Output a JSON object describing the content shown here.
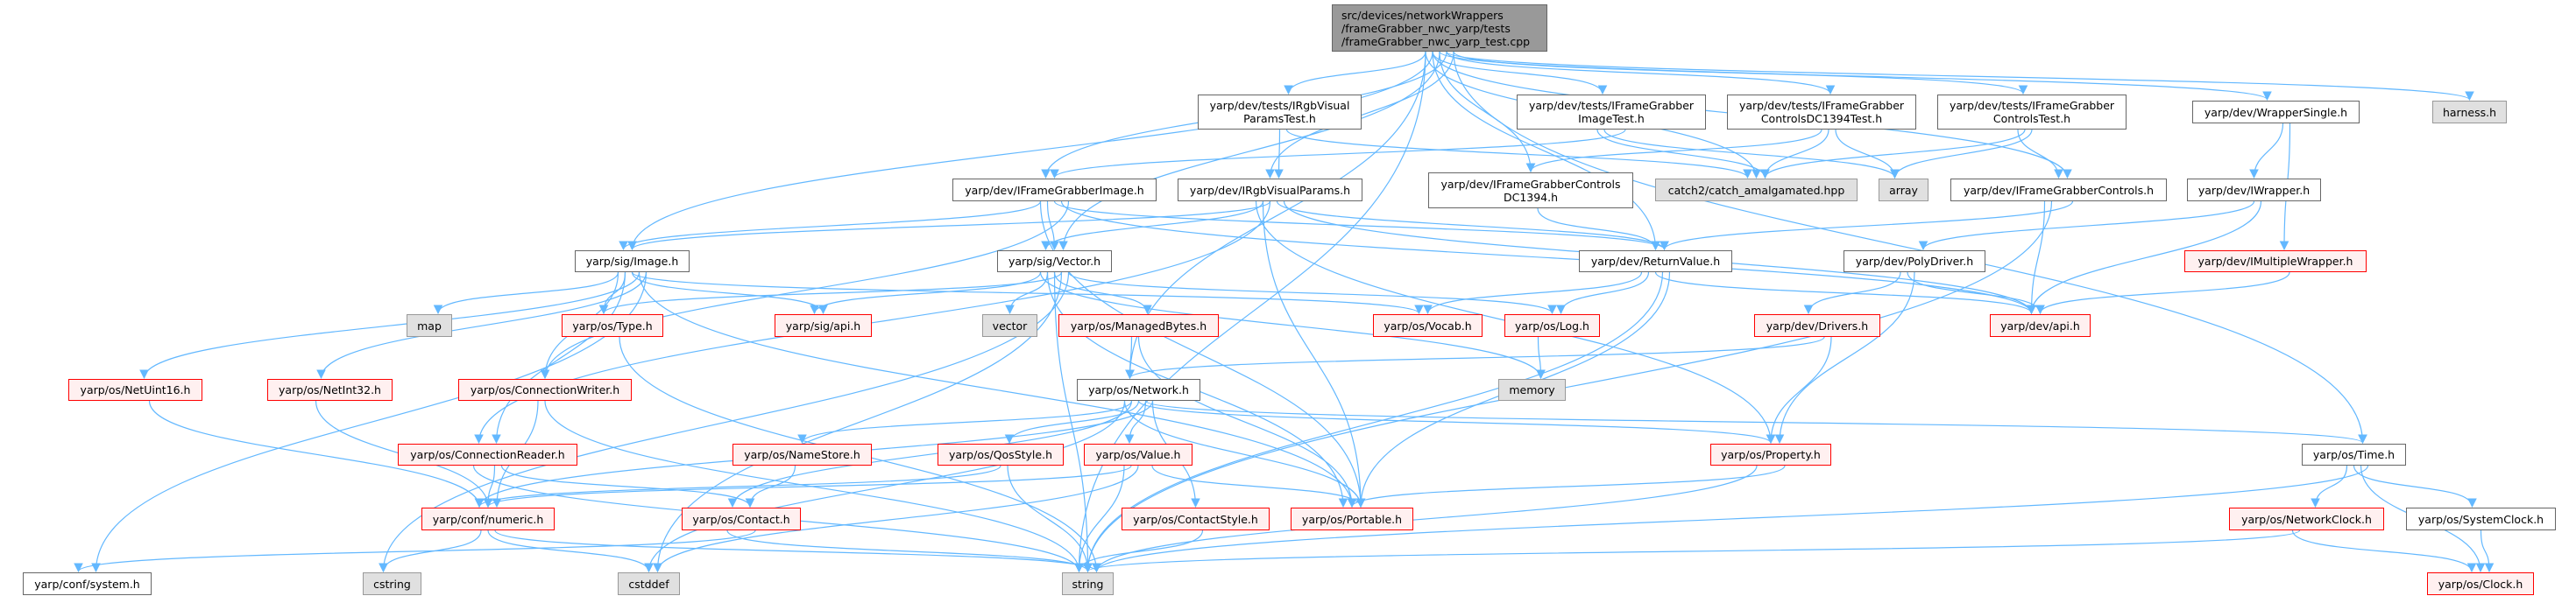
{
  "colors": {
    "edge": "#63b8ff",
    "root_fill": "#999999",
    "incomplete_border": "#ff0000",
    "external_fill": "#e0e0e0"
  },
  "nodes": {
    "root": {
      "lines": [
        "src/devices/networkWrappers",
        "/frameGrabber_nwc_yarp/tests",
        "/frameGrabber_nwc_yarp_test.cpp"
      ],
      "kind": "root"
    },
    "irgbvptest": {
      "lines": [
        "yarp/dev/tests/IRgbVisual",
        "ParamsTest.h"
      ],
      "kind": "plain"
    },
    "ifgimagetest": {
      "lines": [
        "yarp/dev/tests/IFrameGrabber",
        "ImageTest.h"
      ],
      "kind": "plain"
    },
    "dc1394test": {
      "lines": [
        "yarp/dev/tests/IFrameGrabber",
        "ControlsDC1394Test.h"
      ],
      "kind": "plain"
    },
    "controlstest": {
      "lines": [
        "yarp/dev/tests/IFrameGrabber",
        "ControlsTest.h"
      ],
      "kind": "plain"
    },
    "wrappersingle": {
      "lines": [
        "yarp/dev/WrapperSingle.h"
      ],
      "kind": "plain"
    },
    "harness": {
      "lines": [
        "harness.h"
      ],
      "kind": "external"
    },
    "ifgimage": {
      "lines": [
        "yarp/dev/IFrameGrabberImage.h"
      ],
      "kind": "plain"
    },
    "irgbvp": {
      "lines": [
        "yarp/dev/IRgbVisualParams.h"
      ],
      "kind": "plain"
    },
    "ifgcdc1394": {
      "lines": [
        "yarp/dev/IFrameGrabberControls",
        "DC1394.h"
      ],
      "kind": "plain"
    },
    "catch2": {
      "lines": [
        "catch2/catch_amalgamated.hpp"
      ],
      "kind": "external"
    },
    "array": {
      "lines": [
        "array"
      ],
      "kind": "external"
    },
    "ifgcontrols": {
      "lines": [
        "yarp/dev/IFrameGrabberControls.h"
      ],
      "kind": "plain"
    },
    "iwrapper": {
      "lines": [
        "yarp/dev/IWrapper.h"
      ],
      "kind": "plain"
    },
    "image": {
      "lines": [
        "yarp/sig/Image.h"
      ],
      "kind": "plain"
    },
    "vector": {
      "lines": [
        "yarp/sig/Vector.h"
      ],
      "kind": "plain"
    },
    "returnvalue": {
      "lines": [
        "yarp/dev/ReturnValue.h"
      ],
      "kind": "plain"
    },
    "polydriver": {
      "lines": [
        "yarp/dev/PolyDriver.h"
      ],
      "kind": "plain"
    },
    "imultiplewrapper": {
      "lines": [
        "yarp/dev/IMultipleWrapper.h"
      ],
      "kind": "incomplete"
    },
    "map": {
      "lines": [
        "map"
      ],
      "kind": "external"
    },
    "type": {
      "lines": [
        "yarp/os/Type.h"
      ],
      "kind": "incomplete"
    },
    "sigapi": {
      "lines": [
        "yarp/sig/api.h"
      ],
      "kind": "incomplete"
    },
    "stdvector": {
      "lines": [
        "vector"
      ],
      "kind": "external"
    },
    "managedbytes": {
      "lines": [
        "yarp/os/ManagedBytes.h"
      ],
      "kind": "incomplete"
    },
    "vocab": {
      "lines": [
        "yarp/os/Vocab.h"
      ],
      "kind": "incomplete"
    },
    "log": {
      "lines": [
        "yarp/os/Log.h"
      ],
      "kind": "incomplete"
    },
    "drivers": {
      "lines": [
        "yarp/dev/Drivers.h"
      ],
      "kind": "incomplete"
    },
    "devapi": {
      "lines": [
        "yarp/dev/api.h"
      ],
      "kind": "incomplete"
    },
    "netuint16": {
      "lines": [
        "yarp/os/NetUint16.h"
      ],
      "kind": "incomplete"
    },
    "netint32": {
      "lines": [
        "yarp/os/NetInt32.h"
      ],
      "kind": "incomplete"
    },
    "connwriter": {
      "lines": [
        "yarp/os/ConnectionWriter.h"
      ],
      "kind": "incomplete"
    },
    "network": {
      "lines": [
        "yarp/os/Network.h"
      ],
      "kind": "plain"
    },
    "memory": {
      "lines": [
        "memory"
      ],
      "kind": "external"
    },
    "connreader": {
      "lines": [
        "yarp/os/ConnectionReader.h"
      ],
      "kind": "incomplete"
    },
    "namestore": {
      "lines": [
        "yarp/os/NameStore.h"
      ],
      "kind": "incomplete"
    },
    "qosstyle": {
      "lines": [
        "yarp/os/QosStyle.h"
      ],
      "kind": "incomplete"
    },
    "value": {
      "lines": [
        "yarp/os/Value.h"
      ],
      "kind": "incomplete"
    },
    "property": {
      "lines": [
        "yarp/os/Property.h"
      ],
      "kind": "incomplete"
    },
    "time": {
      "lines": [
        "yarp/os/Time.h"
      ],
      "kind": "plain"
    },
    "numeric": {
      "lines": [
        "yarp/conf/numeric.h"
      ],
      "kind": "incomplete"
    },
    "contact": {
      "lines": [
        "yarp/os/Contact.h"
      ],
      "kind": "incomplete"
    },
    "contactstyle": {
      "lines": [
        "yarp/os/ContactStyle.h"
      ],
      "kind": "incomplete"
    },
    "portable": {
      "lines": [
        "yarp/os/Portable.h"
      ],
      "kind": "incomplete"
    },
    "networkclock": {
      "lines": [
        "yarp/os/NetworkClock.h"
      ],
      "kind": "incomplete"
    },
    "systemclock": {
      "lines": [
        "yarp/os/SystemClock.h"
      ],
      "kind": "plain"
    },
    "confsystem": {
      "lines": [
        "yarp/conf/system.h"
      ],
      "kind": "plain"
    },
    "cstring": {
      "lines": [
        "cstring"
      ],
      "kind": "external"
    },
    "cstddef": {
      "lines": [
        "cstddef"
      ],
      "kind": "external"
    },
    "string": {
      "lines": [
        "string"
      ],
      "kind": "external"
    },
    "clock": {
      "lines": [
        "yarp/os/Clock.h"
      ],
      "kind": "incomplete"
    }
  },
  "edges": [
    [
      "root",
      "string"
    ],
    [
      "root",
      "image"
    ],
    [
      "root",
      "vector"
    ],
    [
      "root",
      "ifgimage"
    ],
    [
      "root",
      "irgbvp"
    ],
    [
      "root",
      "irgbvptest"
    ],
    [
      "root",
      "ifgimagetest"
    ],
    [
      "root",
      "ifgcdc1394"
    ],
    [
      "root",
      "dc1394test"
    ],
    [
      "root",
      "controlstest"
    ],
    [
      "root",
      "catch2"
    ],
    [
      "root",
      "ifgcontrols"
    ],
    [
      "root",
      "wrappersingle"
    ],
    [
      "root",
      "harness"
    ],
    [
      "root",
      "time"
    ],
    [
      "root",
      "network"
    ],
    [
      "root",
      "returnvalue"
    ],
    [
      "irgbvptest",
      "irgbvp"
    ],
    [
      "irgbvptest",
      "catch2"
    ],
    [
      "ifgimagetest",
      "ifgimage"
    ],
    [
      "ifgimagetest",
      "catch2"
    ],
    [
      "ifgimagetest",
      "array"
    ],
    [
      "dc1394test",
      "ifgcdc1394"
    ],
    [
      "dc1394test",
      "catch2"
    ],
    [
      "dc1394test",
      "array"
    ],
    [
      "controlstest",
      "ifgcontrols"
    ],
    [
      "controlstest",
      "catch2"
    ],
    [
      "controlstest",
      "array"
    ],
    [
      "wrappersingle",
      "iwrapper"
    ],
    [
      "wrappersingle",
      "imultiplewrapper"
    ],
    [
      "ifgimage",
      "image"
    ],
    [
      "ifgimage",
      "vector"
    ],
    [
      "ifgimage",
      "returnvalue"
    ],
    [
      "ifgimage",
      "devapi"
    ],
    [
      "ifgimage",
      "connwriter"
    ],
    [
      "ifgimage",
      "portable"
    ],
    [
      "irgbvp",
      "vector"
    ],
    [
      "irgbvp",
      "image"
    ],
    [
      "irgbvp",
      "returnvalue"
    ],
    [
      "irgbvp",
      "devapi"
    ],
    [
      "irgbvp",
      "property"
    ],
    [
      "irgbvp",
      "portable"
    ],
    [
      "irgbvp",
      "connreader"
    ],
    [
      "ifgcdc1394",
      "returnvalue"
    ],
    [
      "ifgcontrols",
      "returnvalue"
    ],
    [
      "ifgcontrols",
      "devapi"
    ],
    [
      "ifgcontrols",
      "string"
    ],
    [
      "iwrapper",
      "polydriver"
    ],
    [
      "iwrapper",
      "devapi"
    ],
    [
      "imultiplewrapper",
      "devapi"
    ],
    [
      "image",
      "map"
    ],
    [
      "image",
      "type"
    ],
    [
      "image",
      "sigapi"
    ],
    [
      "image",
      "netuint16"
    ],
    [
      "image",
      "netint32"
    ],
    [
      "image",
      "connwriter"
    ],
    [
      "image",
      "connreader"
    ],
    [
      "image",
      "vocab"
    ],
    [
      "image",
      "portable"
    ],
    [
      "image",
      "confsystem"
    ],
    [
      "vector",
      "sigapi"
    ],
    [
      "vector",
      "stdvector"
    ],
    [
      "vector",
      "managedbytes"
    ],
    [
      "vector",
      "type"
    ],
    [
      "vector",
      "log"
    ],
    [
      "vector",
      "memory"
    ],
    [
      "vector",
      "portable"
    ],
    [
      "vector",
      "string"
    ],
    [
      "vector",
      "cstddef"
    ],
    [
      "vector",
      "cstring"
    ],
    [
      "returnvalue",
      "vocab"
    ],
    [
      "returnvalue",
      "log"
    ],
    [
      "returnvalue",
      "devapi"
    ],
    [
      "returnvalue",
      "string"
    ],
    [
      "returnvalue",
      "portable"
    ],
    [
      "polydriver",
      "drivers"
    ],
    [
      "polydriver",
      "devapi"
    ],
    [
      "polydriver",
      "property"
    ],
    [
      "drivers",
      "network"
    ],
    [
      "drivers",
      "property"
    ],
    [
      "log",
      "memory"
    ],
    [
      "managedbytes",
      "network"
    ],
    [
      "managedbytes",
      "portable"
    ],
    [
      "type",
      "string"
    ],
    [
      "netuint16",
      "numeric"
    ],
    [
      "netint32",
      "numeric"
    ],
    [
      "connwriter",
      "numeric"
    ],
    [
      "connwriter",
      "string"
    ],
    [
      "connreader",
      "numeric"
    ],
    [
      "connreader",
      "contact"
    ],
    [
      "connreader",
      "string"
    ],
    [
      "network",
      "namestore"
    ],
    [
      "network",
      "qosstyle"
    ],
    [
      "network",
      "value"
    ],
    [
      "network",
      "contactstyle"
    ],
    [
      "network",
      "portable"
    ],
    [
      "network",
      "contact"
    ],
    [
      "network",
      "property"
    ],
    [
      "network",
      "time"
    ],
    [
      "network",
      "numeric"
    ],
    [
      "network",
      "cstddef"
    ],
    [
      "namestore",
      "contact"
    ],
    [
      "qosstyle",
      "numeric"
    ],
    [
      "qosstyle",
      "string"
    ],
    [
      "value",
      "portable"
    ],
    [
      "value",
      "string"
    ],
    [
      "value",
      "numeric"
    ],
    [
      "value",
      "cstddef"
    ],
    [
      "contactstyle",
      "string"
    ],
    [
      "property",
      "portable"
    ],
    [
      "property",
      "string"
    ],
    [
      "numeric",
      "cstring"
    ],
    [
      "numeric",
      "cstddef"
    ],
    [
      "numeric",
      "string"
    ],
    [
      "contact",
      "confsystem"
    ],
    [
      "contact",
      "string"
    ],
    [
      "time",
      "networkclock"
    ],
    [
      "time",
      "systemclock"
    ],
    [
      "time",
      "clock"
    ],
    [
      "time",
      "string"
    ],
    [
      "networkclock",
      "clock"
    ],
    [
      "networkclock",
      "string"
    ],
    [
      "systemclock",
      "clock"
    ]
  ]
}
